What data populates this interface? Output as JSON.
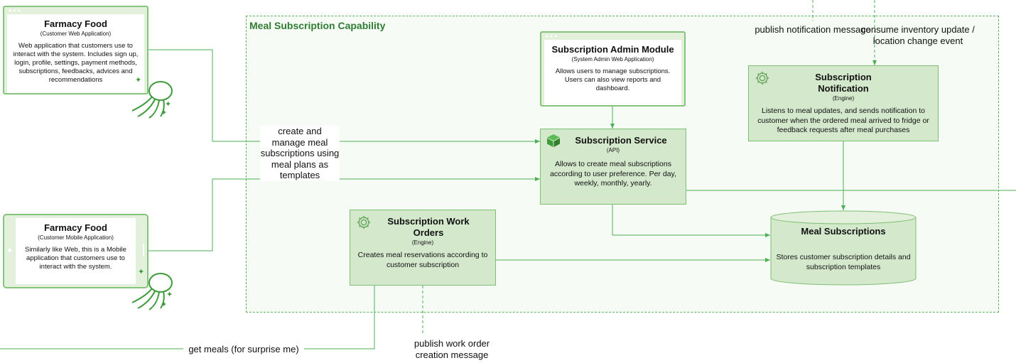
{
  "boundary": {
    "title": "Meal Subscription Capability"
  },
  "nodes": {
    "web_app": {
      "title": "Farmacy Food",
      "subtitle": "(Customer Web Application)",
      "description": "Web application that customers use to interact with the system. Includes sign up, login, profile, settings, payment methods, subscriptions, feedbacks, advices and recommendations"
    },
    "mobile_app": {
      "title": "Farmacy Food",
      "subtitle": "(Customer Mobile Application)",
      "description": "Similarly like Web, this is a Mobile application that customers use to interact with the system."
    },
    "admin_module": {
      "title": "Subscription Admin Module",
      "subtitle": "(System Admin Web Application)",
      "description": "Allows users to manage subscriptions. Users can also view reports and dashboard."
    },
    "subscription_service": {
      "title": "Subscription Service",
      "subtitle": "(API)",
      "description": "Allows to create meal subscriptions according to user preference. Per day, weekly, monthly, yearly."
    },
    "subscription_notification": {
      "title": "Subscription Notification",
      "subtitle": "(Engine)",
      "description": "Listens to meal updates, and sends notification to customer when the ordered meal arrived to fridge or feedback requests after meal purchases"
    },
    "work_orders": {
      "title": "Subscription Work Orders",
      "subtitle": "(Engine)",
      "description": "Creates meal reservations according to customer subscription"
    },
    "meal_subscriptions": {
      "title": "Meal Subscriptions",
      "description": "Stores customer subscription details and subscription templates"
    }
  },
  "edges": {
    "create_manage": "create and manage meal subscriptions using meal plans as templates",
    "publish_notification": "publish notification message",
    "consume_inventory": "consume inventory update / location change event",
    "get_meals": "get meals (for surprise me)",
    "publish_work_order": "publish work order creation message"
  },
  "colors": {
    "accent": "#4caf50",
    "node_fill": "#d4e8cc",
    "node_border": "#7cbf72",
    "title": "#2e7d32"
  }
}
